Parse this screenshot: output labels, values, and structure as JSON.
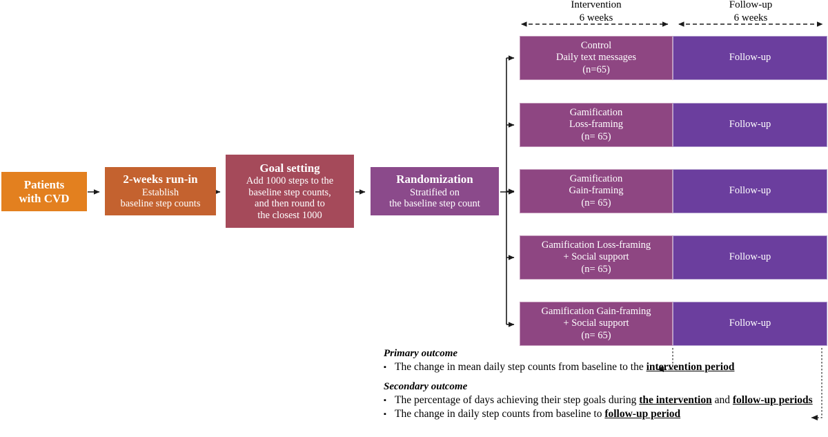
{
  "diagram": {
    "title": "Randomized controlled trial flow diagram",
    "colors": {
      "patients": "#E3801F",
      "run_in": "#C4622F",
      "goal_setting": "#A54A5A",
      "randomization": "#8B4A8B",
      "intervention_segment": "#8E4682",
      "followup_segment": "#6B3E9E",
      "line": "#1a1a1a"
    }
  },
  "flow": {
    "patients": {
      "title": "Patients",
      "line2": "with CVD"
    },
    "run_in": {
      "title": "2-weeks run-in",
      "line2": "Establish",
      "line3": "baseline step counts"
    },
    "goal_setting": {
      "title": "Goal setting",
      "line2": "Add 1000 steps to the",
      "line3": "baseline step counts,",
      "line4": "and then round to",
      "line5": "the closest 1000"
    },
    "randomization": {
      "title": "Randomization",
      "line2": "Stratified on",
      "line3": "the baseline step count"
    }
  },
  "phases": {
    "intervention": {
      "name": "Intervention",
      "duration": "6 weeks"
    },
    "followup": {
      "name": "Follow-up",
      "duration": "6 weeks"
    }
  },
  "arms": [
    {
      "line1": "Control",
      "line2": "Daily text messages",
      "n": "(n=65)",
      "followup_label": "Follow-up"
    },
    {
      "line1": "Gamification",
      "line2": "Loss-framing",
      "n": "(n= 65)",
      "followup_label": "Follow-up"
    },
    {
      "line1": "Gamification",
      "line2": "Gain-framing",
      "n": "(n= 65)",
      "followup_label": "Follow-up"
    },
    {
      "line1": "Gamification Loss-framing",
      "line2": "+ Social support",
      "n": "(n= 65)",
      "followup_label": "Follow-up"
    },
    {
      "line1": "Gamification Gain-framing",
      "line2": "+ Social support",
      "n": "(n= 65)",
      "followup_label": "Follow-up"
    }
  ],
  "outcomes": {
    "primary": {
      "heading": "Primary outcome",
      "items": [
        {
          "pre": "The change in mean daily step counts from baseline to the ",
          "emph1": "intervention period",
          "mid": "",
          "emph2": "",
          "post": ""
        }
      ]
    },
    "secondary": {
      "heading": "Secondary outcome",
      "items": [
        {
          "pre": "The percentage of days achieving their step goals during ",
          "emph1": "the intervention",
          "mid": " and ",
          "emph2": "follow-up periods",
          "post": ""
        },
        {
          "pre": "The change in daily step counts from baseline to ",
          "emph1": "follow-up period",
          "mid": "",
          "emph2": "",
          "post": ""
        }
      ]
    },
    "bullet_glyph": "▪"
  }
}
